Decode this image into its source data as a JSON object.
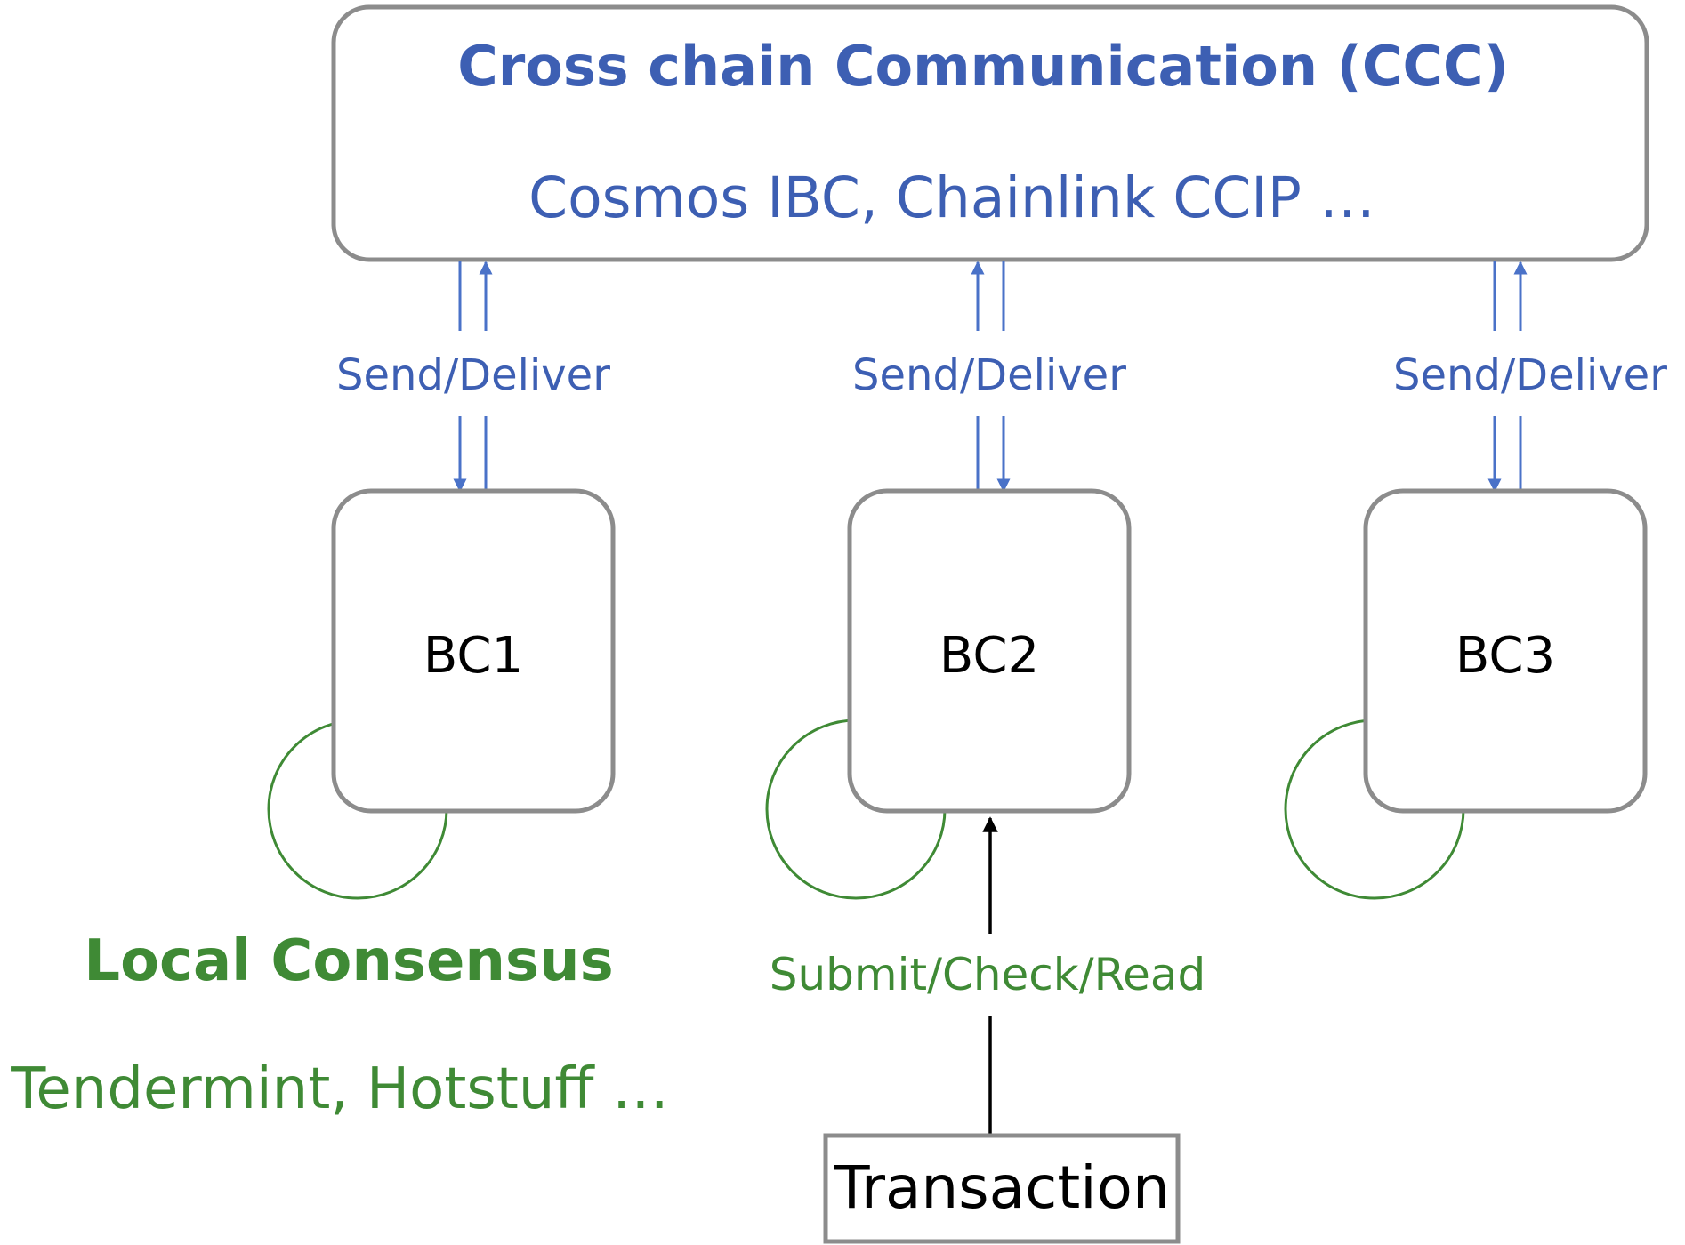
{
  "colors": {
    "blue": "#3d5fb3",
    "arrow_blue": "#4a72c8",
    "green": "#3f8a35",
    "gray": "#8c8c8c",
    "black": "#000000"
  },
  "ccc": {
    "title": "Cross chain Communication (CCC)",
    "subtitle": "Cosmos IBC, Chainlink CCIP …"
  },
  "links": [
    {
      "label": "Send/Deliver"
    },
    {
      "label": "Send/Deliver"
    },
    {
      "label": "Send/Deliver"
    }
  ],
  "chains": [
    {
      "label": "BC1"
    },
    {
      "label": "BC2"
    },
    {
      "label": "BC3"
    }
  ],
  "consensus": {
    "title": "Local Consensus",
    "subtitle": "Tendermint, Hotstuff …"
  },
  "submit": {
    "label": "Submit/Check/Read"
  },
  "transaction": {
    "label": "Transaction"
  }
}
